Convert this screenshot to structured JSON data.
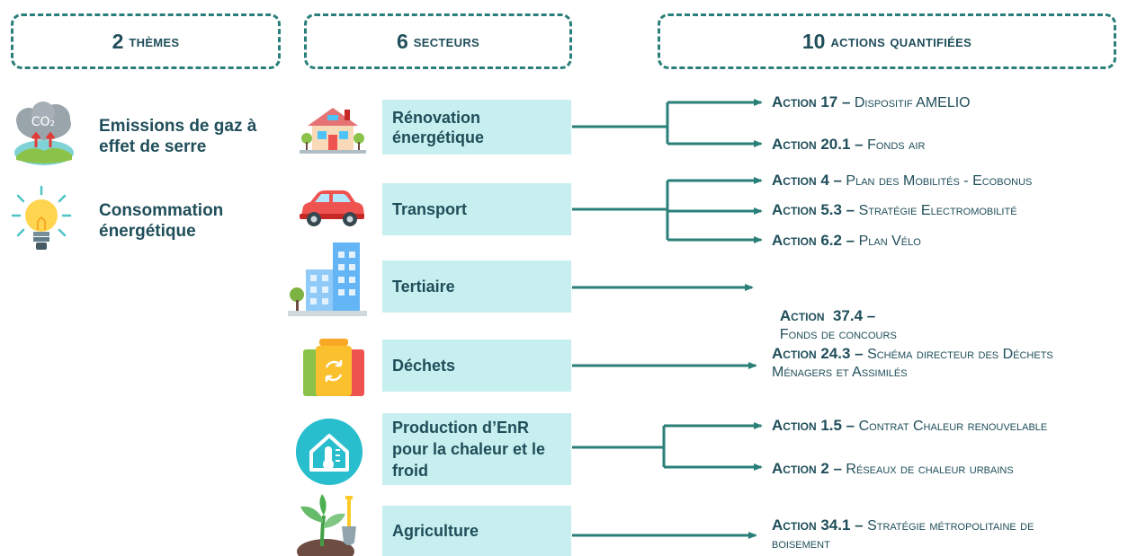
{
  "headers": [
    {
      "num": "2",
      "label": "thèmes"
    },
    {
      "num": "6",
      "label": "secteurs"
    },
    {
      "num": "10",
      "label": "actions quantifiées"
    }
  ],
  "themes": [
    {
      "label": "Emissions de gaz à effet de serre",
      "icon": "co2-cloud-icon",
      "icon_text": "CO₂"
    },
    {
      "label": "Consommation énergétique",
      "icon": "lightbulb-icon"
    }
  ],
  "sectors": [
    {
      "label": "Rénovation énergétique",
      "icon": "house-icon"
    },
    {
      "label": "Transport",
      "icon": "car-icon"
    },
    {
      "label": "Tertiaire",
      "icon": "office-building-icon"
    },
    {
      "label": "Déchets",
      "icon": "recycling-bins-icon"
    },
    {
      "label": "Production d’EnR pour la chaleur et le froid",
      "icon": "smart-home-thermometer-icon"
    },
    {
      "label": "Agriculture",
      "icon": "plant-shovel-icon"
    }
  ],
  "actions": [
    {
      "num": "Action 17 –",
      "text": "Dispositif AMELIO"
    },
    {
      "num": "Action 20.1 –",
      "text": "Fonds air"
    },
    {
      "num": "Action 4 –",
      "text": "Plan des Mobilités - Ecobonus"
    },
    {
      "num": "Action 5.3 –",
      "text": "Stratégie Electromobilité"
    },
    {
      "num": "Action 6.2 –",
      "text": "Plan Vélo"
    },
    {
      "num": "Action  37.4 –",
      "text": "Fonds de concours"
    },
    {
      "num": "Action 24.3 –",
      "text": "Schéma directeur des Déchets",
      "text2": "Ménagers et Assimilés"
    },
    {
      "num": "Action 1.5 –",
      "text": "Contrat Chaleur renouvelable"
    },
    {
      "num": "Action 2 –",
      "text": "Réseaux de chaleur urbains"
    },
    {
      "num": "Action 34.1 –",
      "text": "Stratégie métropolitaine de",
      "text2": "boisement"
    }
  ],
  "colors": {
    "teal": "#2a7f78",
    "sector_bg": "#c7efef",
    "text": "#1f4e5a"
  }
}
